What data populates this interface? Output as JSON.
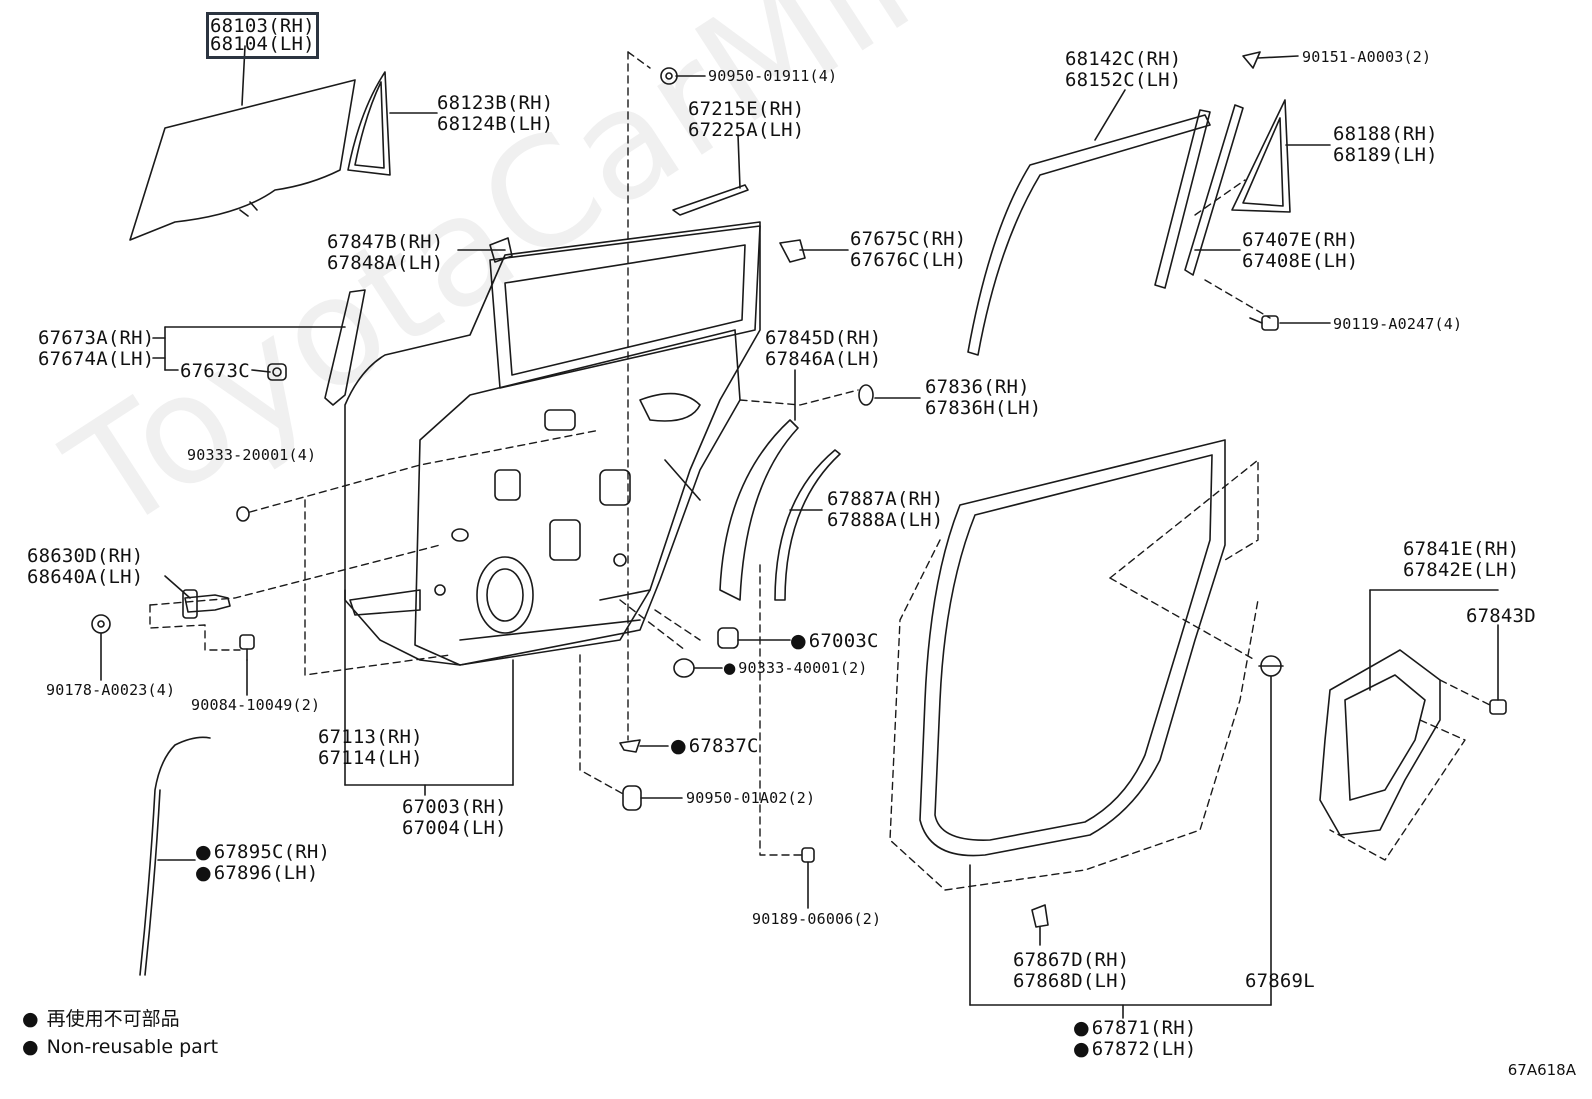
{
  "watermark": "ToyotaCarMiner.ru",
  "parts": {
    "p68103": [
      "68103(RH)",
      "68104(LH)"
    ],
    "p68123": [
      "68123B(RH)",
      "68124B(LH)"
    ],
    "p90950a": [
      "90950-01911(4)"
    ],
    "p67215": [
      "67215E(RH)",
      "67225A(LH)"
    ],
    "p68142": [
      "68142C(RH)",
      "68152C(LH)"
    ],
    "p90151": [
      "90151-A0003(2)"
    ],
    "p68188": [
      "68188(RH)",
      "68189(LH)"
    ],
    "p67847": [
      "67847B(RH)",
      "67848A(LH)"
    ],
    "p67675": [
      "67675C(RH)",
      "67676C(LH)"
    ],
    "p67407": [
      "67407E(RH)",
      "67408E(LH)"
    ],
    "p90119": [
      "90119-A0247(4)"
    ],
    "p67673": [
      "67673A(RH)",
      "67674A(LH)"
    ],
    "p67673c": [
      "67673C"
    ],
    "p67845": [
      "67845D(RH)",
      "67846A(LH)"
    ],
    "p67836": [
      "67836(RH)",
      "67836H(LH)"
    ],
    "p90333a": [
      "90333-20001(4)"
    ],
    "p67887": [
      "67887A(RH)",
      "67888A(LH)"
    ],
    "p68630": [
      "68630D(RH)",
      "68640A(LH)"
    ],
    "p67841": [
      "67841E(RH)",
      "67842E(LH)"
    ],
    "p67843": [
      "67843D"
    ],
    "p67003c": [
      "67003C"
    ],
    "p90333b": [
      "90333-40001(2)"
    ],
    "p90178": [
      "90178-A0023(4)"
    ],
    "p90084": [
      "90084-10049(2)"
    ],
    "p67113": [
      "67113(RH)",
      "67114(LH)"
    ],
    "p67837": [
      "67837C"
    ],
    "p90950b": [
      "90950-01A02(2)"
    ],
    "p67003": [
      "67003(RH)",
      "67004(LH)"
    ],
    "p67895": [
      "67895C(RH)",
      "67896(LH)"
    ],
    "p90189": [
      "90189-06006(2)"
    ],
    "p67867": [
      "67867D(RH)",
      "67868D(LH)"
    ],
    "p67869": [
      "67869L"
    ],
    "p67871": [
      "67871(RH)",
      "67872(LH)"
    ]
  },
  "legend": {
    "jp": "再使用不可部品",
    "en": "Non-reusable part"
  },
  "diagram_code": "67A618A"
}
